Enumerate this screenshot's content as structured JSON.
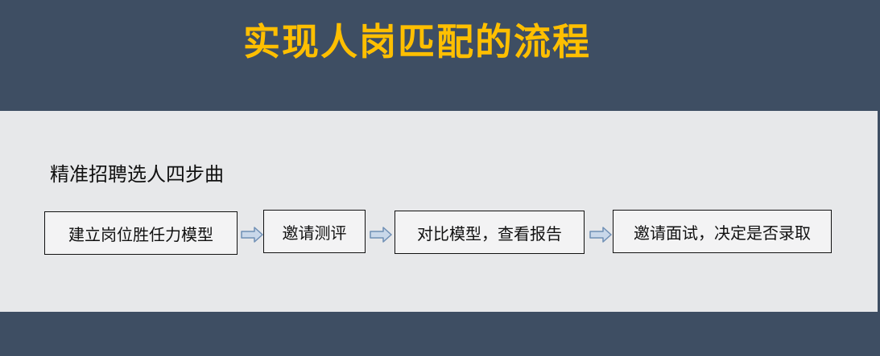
{
  "title": "实现人岗匹配的流程",
  "subtitle": "精准招聘选人四步曲",
  "steps": [
    "建立岗位胜任力模型",
    "邀请测评",
    "对比模型，查看报告",
    "邀请面试，决定是否录取"
  ],
  "colors": {
    "background": "#3e4e63",
    "title": "#ffbf00",
    "band": "#e7e8ea",
    "arrow_fill": "#c9d8ea",
    "arrow_stroke": "#6f8fb5"
  },
  "icons": {
    "arrow": "right-arrow-icon"
  }
}
